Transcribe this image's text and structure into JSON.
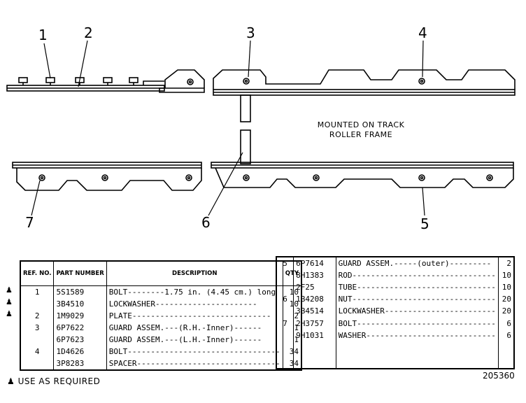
{
  "callouts": [
    "1",
    "2",
    "3",
    "4",
    "5",
    "6",
    "7"
  ],
  "caption": {
    "line1": "MOUNTED ON TRACK",
    "line2": "ROLLER FRAME"
  },
  "table_headers": {
    "ref": "REF. NO.",
    "part": "PART NUMBER",
    "desc": "DESCRIPTION",
    "qty": "QTY"
  },
  "left_rows": [
    {
      "ref": "1",
      "part": "5S1589",
      "desc": "BOLT--------1.75 in. (4.45 cm.) long",
      "qty": "10"
    },
    {
      "ref": "",
      "part": "3B4510",
      "desc": "LOCKWASHER----------------------",
      "qty": "10"
    },
    {
      "ref": "2",
      "part": "1M9029",
      "desc": "PLATE------------------------------",
      "qty": "2"
    },
    {
      "ref": "3",
      "part": "6P7622",
      "desc": "GUARD ASSEM.---(R.H.-Inner)------",
      "qty": "1"
    },
    {
      "ref": "",
      "part": "6P7623",
      "desc": "GUARD ASSEM.---(L.H.-Inner)------",
      "qty": "1"
    },
    {
      "ref": "4",
      "part": "1D4626",
      "desc": "BOLT---------------------------------",
      "qty": "34"
    },
    {
      "ref": "",
      "part": "3P8283",
      "desc": "SPACER-------------------------------",
      "qty": "34"
    }
  ],
  "right_rows": [
    {
      "ref": "5",
      "part": "6P7614",
      "desc": "GUARD ASSEM.-----(outer)---------",
      "qty": "2"
    },
    {
      "ref": "",
      "part": "8H1383",
      "desc": "ROD-------------------------------",
      "qty": "10"
    },
    {
      "ref": "",
      "part": "2F25",
      "desc": "TUBE------------------------------",
      "qty": "10"
    },
    {
      "ref": "6",
      "part": "1B4208",
      "desc": "NUT-------------------------------",
      "qty": "20"
    },
    {
      "ref": "",
      "part": "3B4514",
      "desc": "LOCKWASHER------------------------",
      "qty": "20"
    },
    {
      "ref": "7",
      "part": "2H3757",
      "desc": "BOLT------------------------------",
      "qty": "6"
    },
    {
      "ref": "",
      "part": "9H1031",
      "desc": "WASHER----------------------------",
      "qty": "6"
    }
  ],
  "footnote": "USE AS REQUIRED",
  "document_number": "205360"
}
